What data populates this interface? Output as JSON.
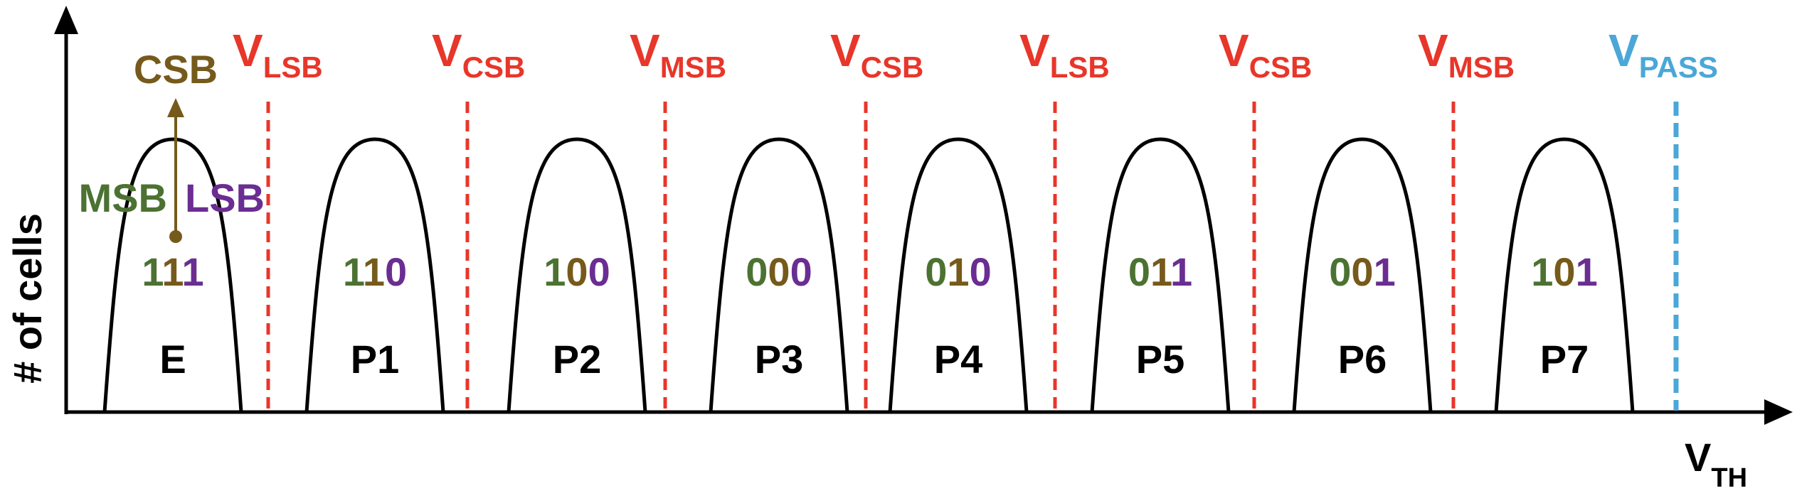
{
  "colors": {
    "msb": "#4c7232",
    "csb": "#765a1b",
    "lsb": "#6a2d91",
    "read": "#e8362a",
    "pass": "#4aa7d8",
    "axis": "#000000"
  },
  "axes": {
    "y_label": "# of cells",
    "x_label_main": "V",
    "x_label_sub": "TH"
  },
  "legend": {
    "csb": "CSB",
    "msb": "MSB",
    "lsb": "LSB"
  },
  "states": [
    {
      "name": "E",
      "bits": [
        "1",
        "1",
        "1"
      ]
    },
    {
      "name": "P1",
      "bits": [
        "1",
        "1",
        "0"
      ]
    },
    {
      "name": "P2",
      "bits": [
        "1",
        "0",
        "0"
      ]
    },
    {
      "name": "P3",
      "bits": [
        "0",
        "0",
        "0"
      ]
    },
    {
      "name": "P4",
      "bits": [
        "0",
        "1",
        "0"
      ]
    },
    {
      "name": "P5",
      "bits": [
        "0",
        "1",
        "1"
      ]
    },
    {
      "name": "P6",
      "bits": [
        "0",
        "0",
        "1"
      ]
    },
    {
      "name": "P7",
      "bits": [
        "1",
        "0",
        "1"
      ]
    }
  ],
  "read_voltages": [
    {
      "main": "V",
      "sub": "LSB"
    },
    {
      "main": "V",
      "sub": "CSB"
    },
    {
      "main": "V",
      "sub": "MSB"
    },
    {
      "main": "V",
      "sub": "CSB"
    },
    {
      "main": "V",
      "sub": "LSB"
    },
    {
      "main": "V",
      "sub": "CSB"
    },
    {
      "main": "V",
      "sub": "MSB"
    }
  ],
  "pass_voltage": {
    "main": "V",
    "sub": "PASS"
  }
}
